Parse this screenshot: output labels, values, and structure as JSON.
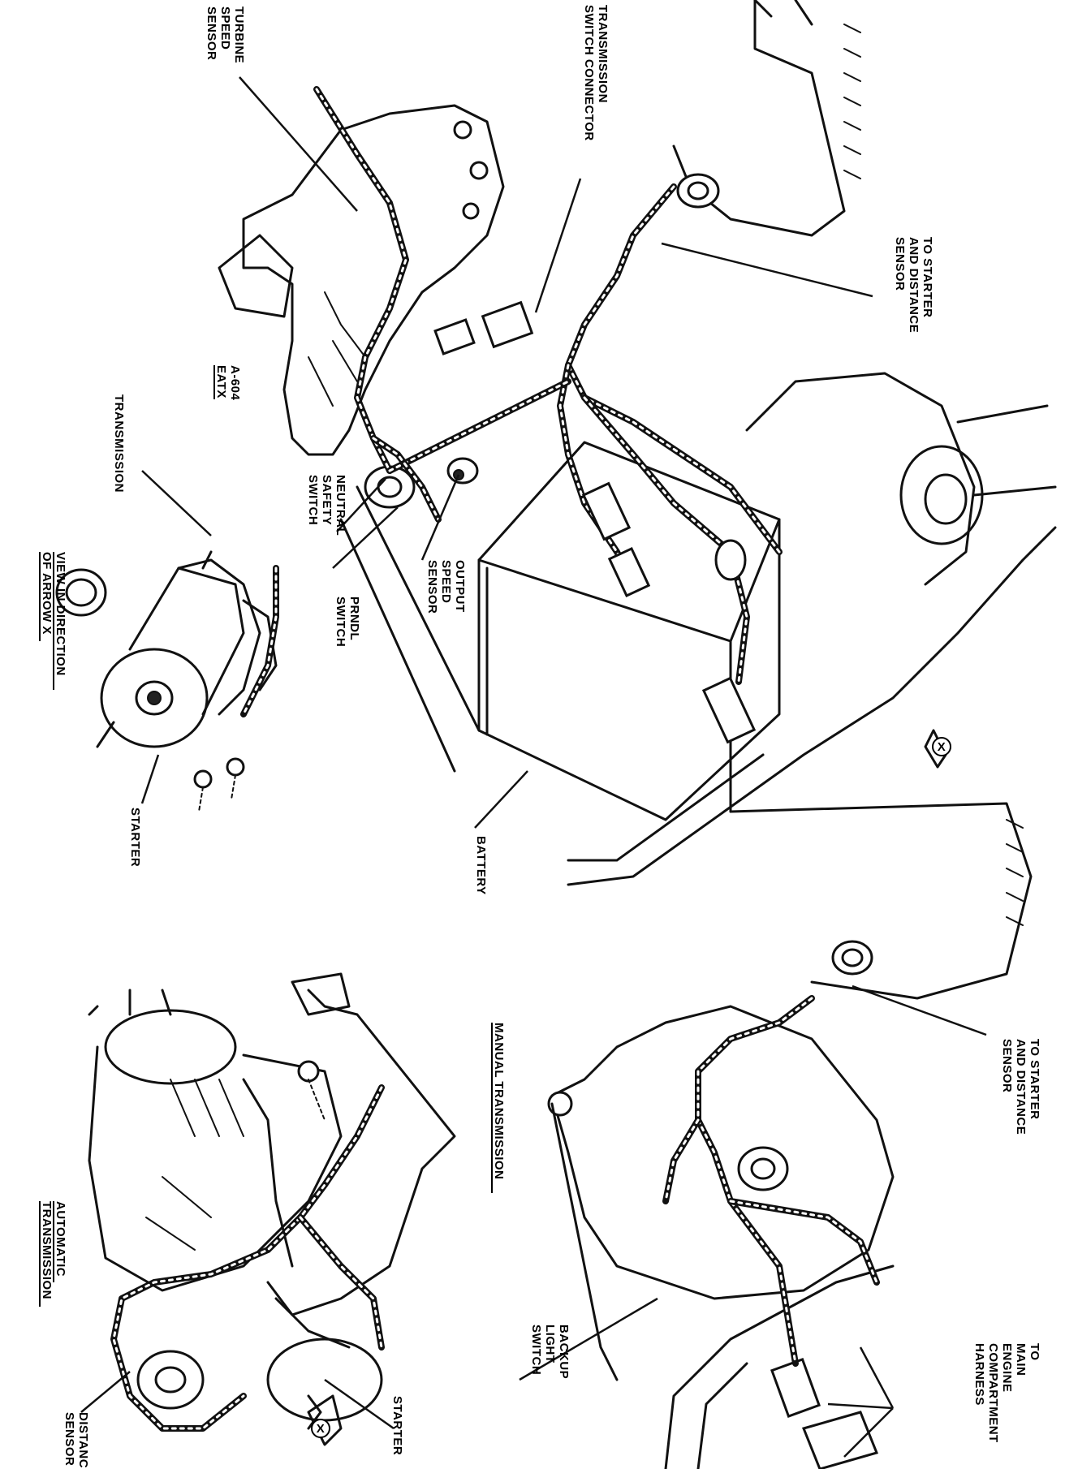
{
  "labels": {
    "turbine_speed_sensor": [
      "TURBINE",
      "SPEED",
      "SENSOR"
    ],
    "transmission_switch_connector": [
      "TRANSMISSION",
      "SWITCH CONNECTOR"
    ],
    "to_starter_distance_sensor_1": [
      "TO STARTER",
      "AND DISTANCE",
      "SENSOR"
    ],
    "a604_eatx": [
      "A-604",
      "EATX"
    ],
    "transmission": [
      "TRANSMISSION"
    ],
    "neutral_safety_switch": [
      "NEUTRAL",
      "SAFETY",
      "SWITCH"
    ],
    "output_speed_sensor": [
      "OUTPUT",
      "SPEED",
      "SENSOR"
    ],
    "prndl_switch": [
      "PRNDL",
      "SWITCH"
    ],
    "view_in_direction": [
      "VIEW IN DIRECTION",
      "OF ARROW X"
    ],
    "starter_1": [
      "STARTER"
    ],
    "battery": [
      "BATTERY"
    ],
    "arrow_x_1": "X",
    "to_starter_distance_sensor_2": [
      "TO STARTER",
      "AND DISTANCE",
      "SENSOR"
    ],
    "manual_transmission": [
      "MANUAL TRANSMISSION"
    ],
    "automatic_transmission": [
      "AUTOMATIC",
      "TRANSMISSION"
    ],
    "backup_light_switch": [
      "BACKUP",
      "LIGHT",
      "SWITCH"
    ],
    "to_main_harness": [
      "TO",
      "MAIN",
      "ENGINE",
      "COMPARTMENT",
      "HARNESS"
    ],
    "distance_sensor": [
      "DISTANCE",
      "SENSOR"
    ],
    "starter_2": [
      "STARTER"
    ],
    "arrow_x_2": "X"
  }
}
